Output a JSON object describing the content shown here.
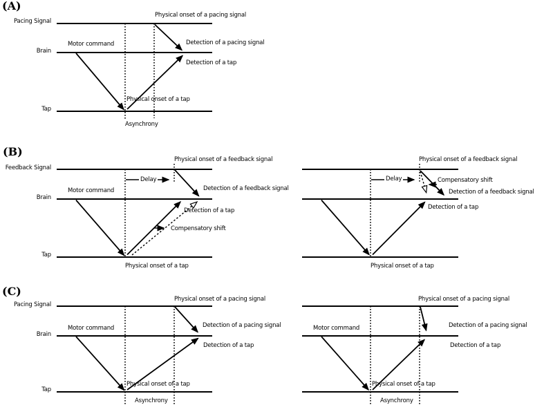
{
  "colors": {
    "ink": "#000000",
    "background": "#ffffff"
  },
  "panel_a": {
    "letter": "(A)",
    "rows": {
      "signal": "Pacing Signal",
      "brain": "Brain",
      "tap": "Tap"
    },
    "labels": {
      "physical_onset_signal": "Physical onset of a pacing signal",
      "motor_command": "Motor command",
      "detection_signal": "Detection of a pacing signal",
      "detection_tap": "Detection of a tap",
      "physical_onset_tap": "Physical onset of a tap",
      "asynchrony": "Asynchrony"
    }
  },
  "panel_b": {
    "letter": "(B)",
    "rows": {
      "signal": "Feedback Signal",
      "brain": "Brain",
      "tap": "Tap"
    },
    "left": {
      "physical_onset_signal": "Physical onset of a feedback signal",
      "delay": "Delay",
      "motor_command": "Motor command",
      "detection_signal": "Detection of a feedback signal",
      "detection_tap": "Detection of a tap",
      "compensatory_shift": "Compensatory shift",
      "physical_onset_tap": "Physical onset of a tap"
    },
    "right": {
      "physical_onset_signal": "Physical onset of a feedback signal",
      "delay": "Delay",
      "compensatory_shift": "Compensatory shift",
      "detection_signal": "Detection of a feedback signal",
      "detection_tap": "Detection of a tap",
      "physical_onset_tap": "Physical onset of a tap"
    }
  },
  "panel_c": {
    "letter": "(C)",
    "rows": {
      "signal": "Pacing Signal",
      "brain": "Brain",
      "tap": "Tap"
    },
    "left": {
      "physical_onset_signal": "Physical onset of a pacing signal",
      "motor_command": "Motor command",
      "detection_signal": "Detection of a pacing signal",
      "detection_tap": "Detection of a tap",
      "physical_onset_tap": "Physical onset of a tap",
      "asynchrony": "Asynchrony"
    },
    "right": {
      "physical_onset_signal": "Physical onset of a pacing signal",
      "motor_command": "Motor command",
      "detection_signal": "Detection of a pacing signal",
      "detection_tap": "Detection of a tap",
      "physical_onset_tap": "Physical onset of a tap",
      "asynchrony": "Asynchrony"
    }
  }
}
